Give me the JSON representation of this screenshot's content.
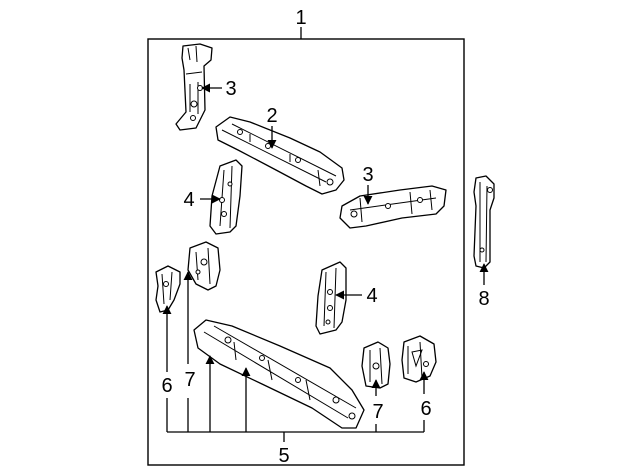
{
  "callouts": {
    "c1": "1",
    "c2": "2",
    "c3a": "3",
    "c3b": "3",
    "c4a": "4",
    "c4b": "4",
    "c5": "5",
    "c6a": "6",
    "c6b": "6",
    "c7a": "7",
    "c7b": "7",
    "c8": "8"
  }
}
